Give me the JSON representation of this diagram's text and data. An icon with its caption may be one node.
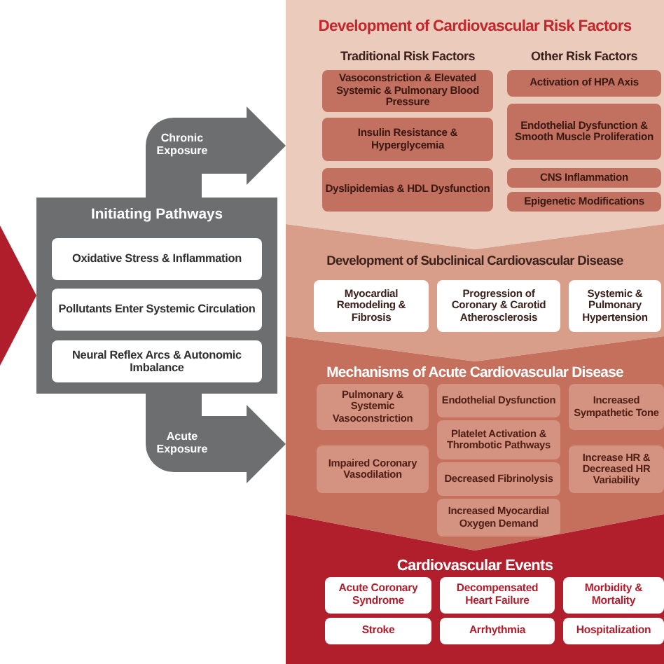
{
  "diagram": {
    "nodes": [
      {
        "text": [
          "Initiating Pathways"
        ]
      },
      {
        "text": [
          "Oxidative Stress & Inflammation"
        ],
        "in": 0
      },
      {
        "text": [
          "Pollutants Enter Systemic Circulation"
        ],
        "in": 0
      },
      {
        "text": [
          "Neural Reflex Arcs & Autonomic Imbalance"
        ],
        "in": 0
      },
      {
        "text": [
          "Development of Cardiovascular Risk Factors",
          "Traditional Risk Factors",
          "Other Risk Factors"
        ]
      },
      {
        "text": [
          "Vasoconstriction & Elevated Systemic & Pulmonary Blood Pressure"
        ],
        "in": 4
      },
      {
        "text": [
          "Insulin Resistance & Hyperglycemia"
        ],
        "in": 4
      },
      {
        "text": [
          "Dyslipidemias & HDL Dysfunction"
        ],
        "in": 4
      },
      {
        "text": [
          "Activation of HPA Axis"
        ],
        "in": 4
      },
      {
        "text": [
          "Endothelial Dysfunction & Smooth Muscle Proliferation"
        ],
        "in": 4
      },
      {
        "text": [
          "CNS Inflammation"
        ],
        "in": 4
      },
      {
        "text": [
          "Epigenetic Modifications"
        ],
        "in": 4
      },
      {
        "text": [
          "Development of Subclinical Cardiovascular Disease"
        ]
      },
      {
        "text": [
          "Myocardial Remodeling & Fibrosis"
        ],
        "in": 12
      },
      {
        "text": [
          "Progression of Coronary & Carotid Atherosclerosis"
        ],
        "in": 12
      },
      {
        "text": [
          "Systemic & Pulmonary Hypertension"
        ],
        "in": 12
      },
      {
        "text": [
          "Mechanisms of Acute Cardiovascular Disease"
        ]
      },
      {
        "text": [
          "Pulmonary & Systemic Vasoconstriction"
        ],
        "in": 16
      },
      {
        "text": [
          "Impaired Coronary Vasodilation"
        ],
        "in": 16
      },
      {
        "text": [
          "Endothelial Dysfunction"
        ],
        "in": 16
      },
      {
        "text": [
          "Platelet Activation & Thrombotic Pathways"
        ],
        "in": 16
      },
      {
        "text": [
          "Decreased Fibrinolysis"
        ],
        "in": 16
      },
      {
        "text": [
          "Increased Myocardial Oxygen Demand"
        ],
        "in": 16
      },
      {
        "text": [
          "Increased Sympathetic Tone"
        ],
        "in": 16
      },
      {
        "text": [
          "Increase HR & Decreased HR Variability"
        ],
        "in": 16
      },
      {
        "text": [
          "Cardiovascular Events"
        ]
      },
      {
        "text": [
          "Acute Coronary Syndrome"
        ],
        "in": 25
      },
      {
        "text": [
          "Decompensated Heart Failure"
        ],
        "in": 25
      },
      {
        "text": [
          "Morbidity & Mortality"
        ],
        "in": 25
      },
      {
        "text": [
          "Stroke"
        ],
        "in": 25
      },
      {
        "text": [
          "Arrhythmia"
        ],
        "in": 25
      },
      {
        "text": [
          "Hospitalization"
        ],
        "in": 25
      }
    ],
    "edges": [
      {
        "from": null,
        "to": 0,
        "arrow": "to",
        "color": "#b01e2c"
      },
      {
        "from": 0,
        "to": 4,
        "arrow": "to",
        "label": "Chronic Exposure"
      },
      {
        "from": 0,
        "to": 16,
        "arrow": "to",
        "label": "Acute Exposure"
      }
    ]
  }
}
